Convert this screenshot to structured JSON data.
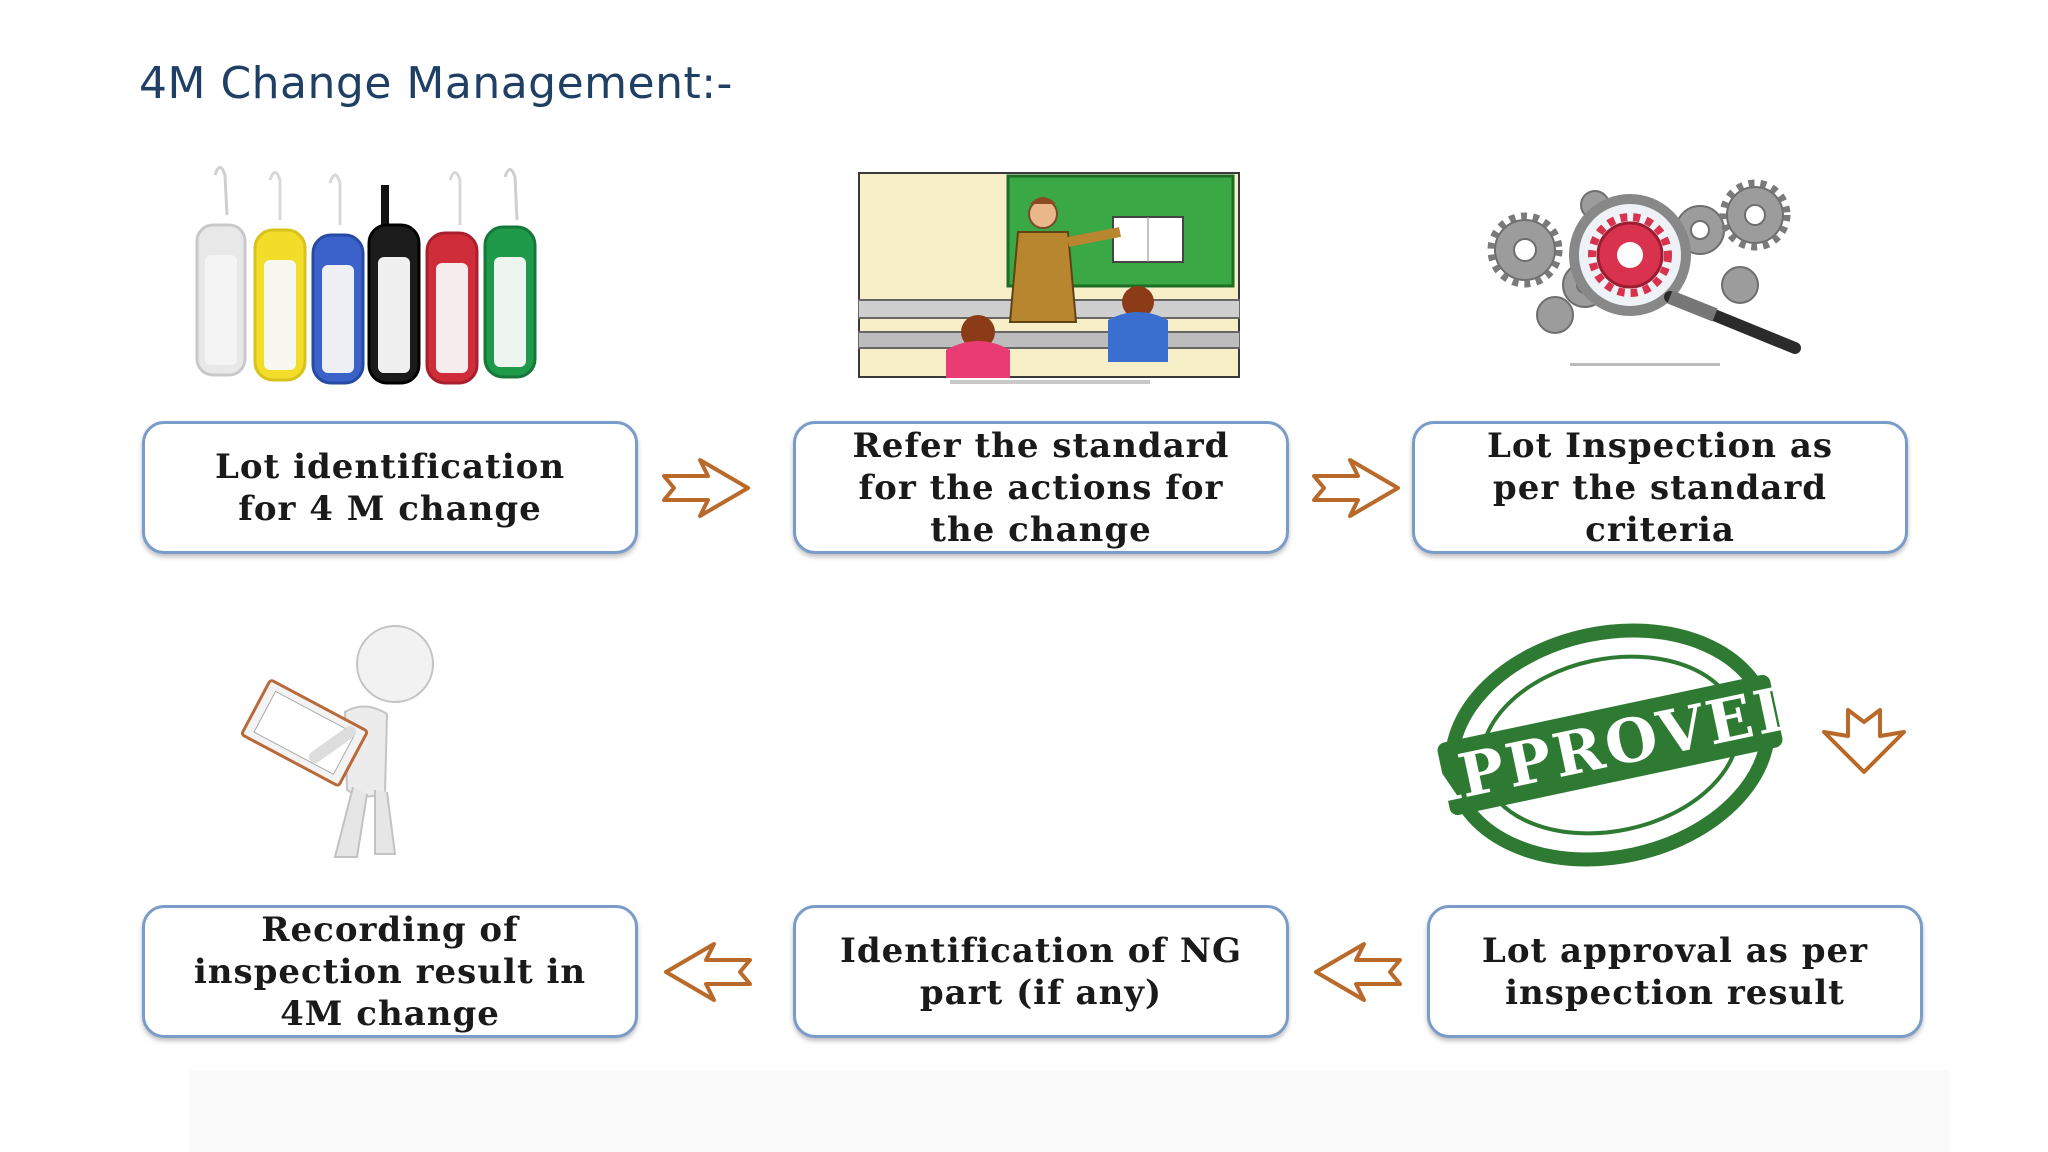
{
  "title": "4M Change Management:-",
  "colors": {
    "title": "#1f3f64",
    "box_border": "#7a9cc8",
    "arrow_stroke": "#b96a2a",
    "stamp_green": "#2e7a33",
    "gear_red": "#d8324e"
  },
  "steps": [
    {
      "text": "Lot identification for 4 M change",
      "image": "luggage-tags-icon"
    },
    {
      "text": "Refer the standard for the actions for the change",
      "image": "teacher-classroom-illustration"
    },
    {
      "text": "Lot Inspection as per the standard criteria",
      "image": "gears-magnifier-icon"
    },
    {
      "text": "Lot approval as per inspection result",
      "image": "approved-stamp-icon",
      "stamp_text": "APPROVED"
    },
    {
      "text": "Identification of NG part (if any)"
    },
    {
      "text": "Recording of inspection result in 4M change",
      "image": "person-clipboard-icon"
    }
  ],
  "arrows": [
    "right",
    "right",
    "down",
    "left",
    "left"
  ]
}
